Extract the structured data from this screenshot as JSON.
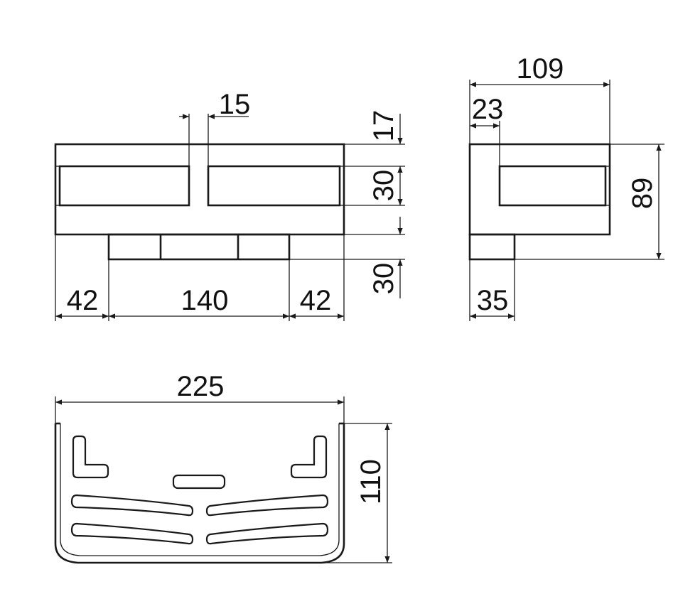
{
  "drawing": {
    "views": {
      "front": {
        "dimensions": {
          "gap_width": "15",
          "top_rim": "17",
          "band_height": "30",
          "foot_height": "30",
          "left_offset": "42",
          "foot_width": "140",
          "right_offset": "42"
        }
      },
      "side": {
        "dimensions": {
          "depth": "109",
          "wall_offset": "23",
          "height": "89",
          "foot_depth": "35"
        }
      },
      "top": {
        "dimensions": {
          "width": "225",
          "depth": "110"
        }
      }
    }
  },
  "colors": {
    "line": "#1a1a1a",
    "background": "#ffffff"
  }
}
